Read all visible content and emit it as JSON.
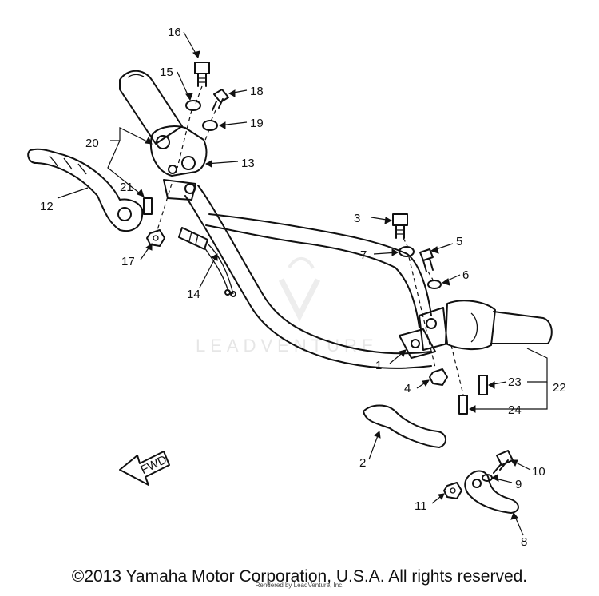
{
  "watermark": "LEADVENTURE",
  "fwd_label": "FWD",
  "callouts": [
    "1",
    "2",
    "3",
    "4",
    "5",
    "6",
    "7",
    "8",
    "9",
    "10",
    "11",
    "12",
    "13",
    "14",
    "15",
    "16",
    "17",
    "18",
    "19",
    "20",
    "21",
    "22",
    "23",
    "24"
  ],
  "copyright": "©2013 Yamaha Motor Corporation, U.S.A. All rights reserved.",
  "rendered_by": "Rendered by LeadVenture, Inc."
}
